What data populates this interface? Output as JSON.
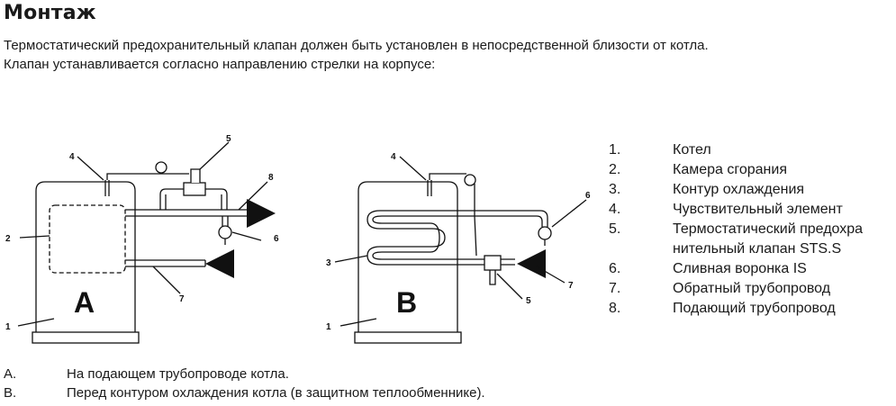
{
  "page": {
    "title": "Монтаж",
    "intro": [
      "Термостатический предохранительный клапан должен быть установлен в непосредственной близости от котла.",
      "Клапан устанавливается согласно направлению стрелки на корпусе:"
    ]
  },
  "diagram_a": {
    "letter": "A",
    "callouts": {
      "c1": "1",
      "c2": "2",
      "c4": "4",
      "c5": "5",
      "c6": "6",
      "c7": "7",
      "c8": "8"
    }
  },
  "diagram_b": {
    "letter": "B",
    "callouts": {
      "c1": "1",
      "c3": "3",
      "c4": "4",
      "c5": "5",
      "c6": "6",
      "c7": "7"
    }
  },
  "legend": [
    {
      "num": "1.",
      "text": "Котел"
    },
    {
      "num": "2.",
      "text": "Камера сгорания"
    },
    {
      "num": "3.",
      "text": "Контур охлаждения"
    },
    {
      "num": "4.",
      "text": "Чувствительный элемент"
    },
    {
      "num": "5.",
      "text": "Термостатический предохра"
    },
    {
      "num": "",
      "text": "нительный клапан STS.S"
    },
    {
      "num": "6.",
      "text": "Сливная воронка IS"
    },
    {
      "num": "7.",
      "text": "Обратный трубопровод"
    },
    {
      "num": "8.",
      "text": "Подающий трубопровод"
    }
  ],
  "notes": [
    {
      "label": "A.",
      "text": "На подающем трубопроводе котла."
    },
    {
      "label": "B.",
      "text": "Перед контуром охлаждения котла (в защитном теплообменнике)."
    }
  ]
}
